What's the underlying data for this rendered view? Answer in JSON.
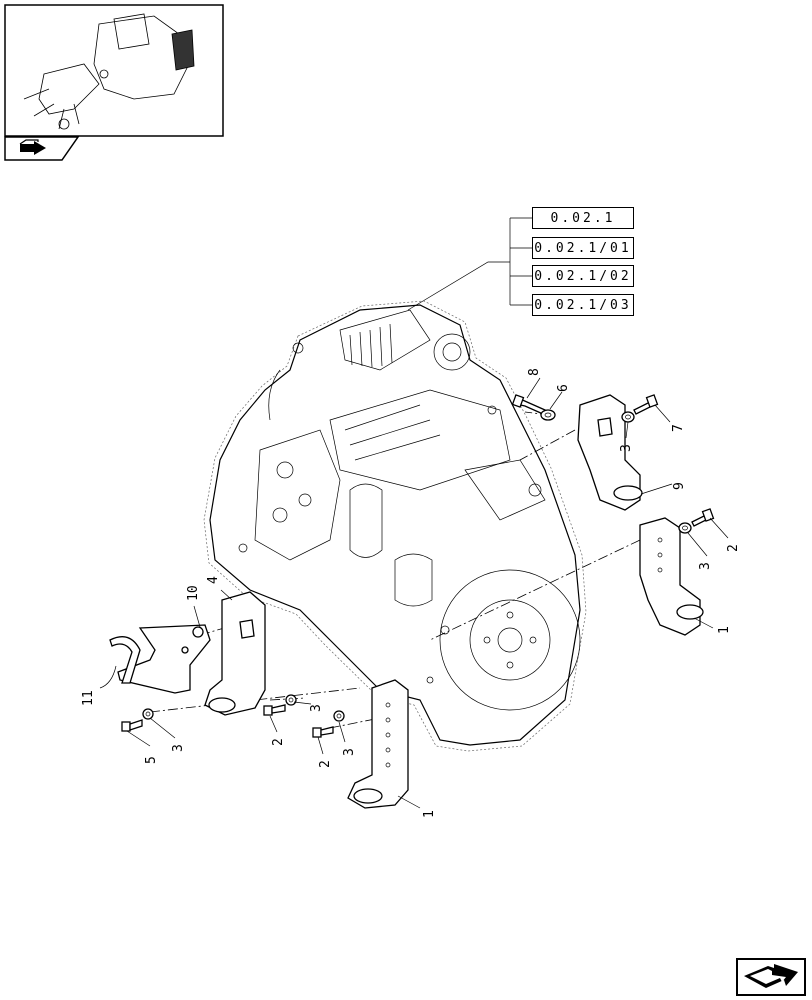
{
  "references": [
    "0.02.1",
    "0.02.1/01",
    "0.02.1/02",
    "0.02.1/03"
  ],
  "callouts": {
    "c1a": "1",
    "c1b": "1",
    "c2a": "2",
    "c2b": "2",
    "c2c": "2",
    "c3a": "3",
    "c3b": "3",
    "c3c": "3",
    "c3d": "3",
    "c3e": "3",
    "c4": "4",
    "c5": "5",
    "c6": "6",
    "c7": "7",
    "c8": "8",
    "c9": "9",
    "c10": "10",
    "c11": "11"
  },
  "icons": {
    "nav": "arrow-right-icon",
    "corner": "folded-arrow-icon"
  },
  "colors": {
    "line": "#000000",
    "background": "#ffffff",
    "hidden_line": "#666666"
  }
}
